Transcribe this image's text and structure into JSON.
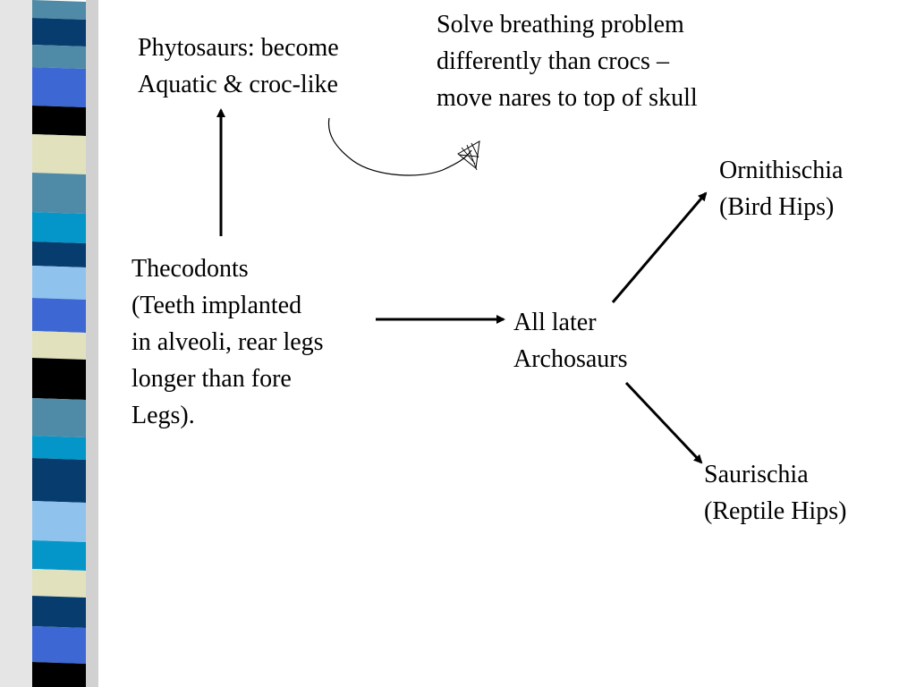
{
  "stripe_colors": {
    "dark_navy": "#063C6E",
    "steel_blue": "#4F8BA6",
    "royal_blue": "#3D68D4",
    "sky_blue": "#8FC3EE",
    "cyan": "#0596C9",
    "cream": "#E1E1BD",
    "black": "#000000",
    "shadow": "#9A9A9A"
  },
  "nodes": {
    "phytosaurs": {
      "lines": [
        "Phytosaurs: become",
        "Aquatic & croc-like"
      ]
    },
    "breathing": {
      "lines": [
        "Solve breathing problem",
        "differently than crocs –",
        "move nares to top of skull"
      ]
    },
    "thecodonts": {
      "lines": [
        "Thecodonts",
        "(Teeth implanted",
        "in alveoli, rear legs",
        "longer than fore",
        "Legs)."
      ]
    },
    "archosaurs": {
      "lines": [
        "All later",
        "Archosaurs"
      ]
    },
    "ornithischia": {
      "lines": [
        "Ornithischia",
        "(Bird Hips)"
      ]
    },
    "saurischia": {
      "lines": [
        "Saurischia",
        "(Reptile Hips)"
      ]
    }
  }
}
